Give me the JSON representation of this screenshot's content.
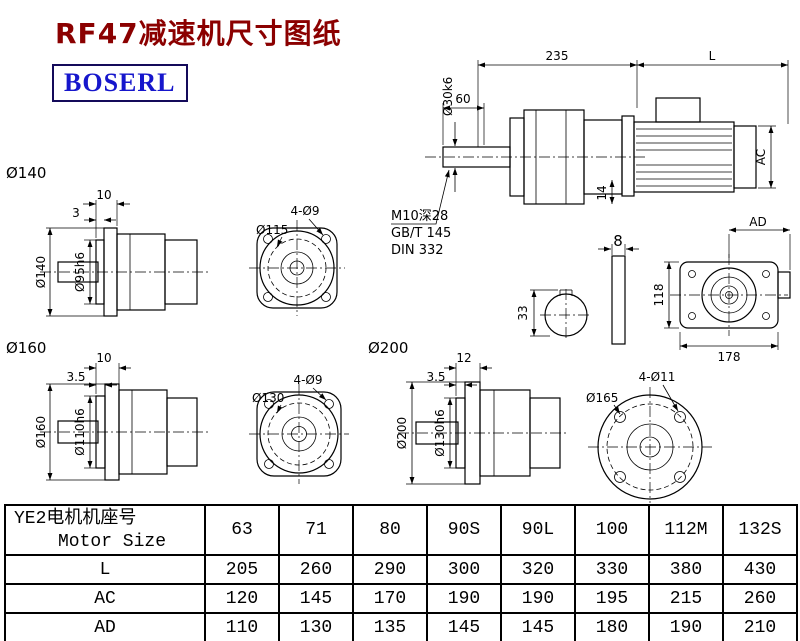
{
  "title": "RF47减速机尺寸图纸",
  "logo": "BOSERL",
  "colors": {
    "title": "#8b0000",
    "logo_text": "#1616cc",
    "logo_border": "#140a5a",
    "line": "#000000"
  },
  "views": {
    "motor_side": {
      "dim_total": "235",
      "dim_length": "L",
      "dim_shaft_len": "60",
      "shaft_dia": "Ø30k6",
      "dim_ac": "AC",
      "dim_14": "14",
      "note_tap": "M10深28",
      "note_gb": "GB/T 145",
      "note_din": "DIN 332"
    },
    "key_section": {
      "key_width": "8",
      "key_height": "33"
    },
    "rear": {
      "dim_ad": "AD",
      "dim_height": "118",
      "dim_width": "178"
    },
    "f140_side": {
      "label": "Ø140",
      "dim_flange_thk": "10",
      "dim_step": "3",
      "dia_flange": "Ø140",
      "dia_spigot": "Ø95h6"
    },
    "f140_front": {
      "holes": "4-Ø9",
      "bolt_circle": "Ø115"
    },
    "f160_side": {
      "label": "Ø160",
      "dim_flange_thk": "10",
      "dim_step": "3.5",
      "dia_flange": "Ø160",
      "dia_spigot": "Ø110h6"
    },
    "f160_front": {
      "holes": "4-Ø9",
      "bolt_circle": "Ø130"
    },
    "f200_side": {
      "label": "Ø200",
      "dim_flange_thk": "12",
      "dim_step": "3.5",
      "dia_flange": "Ø200",
      "dia_spigot": "Ø130h6"
    },
    "f200_front": {
      "holes": "4-Ø11",
      "bolt_circle": "Ø165"
    }
  },
  "table": {
    "header_cn": "YE2电机机座号",
    "header_en": "Motor Size",
    "columns": [
      "63",
      "71",
      "80",
      "90S",
      "90L",
      "100",
      "112M",
      "132S"
    ],
    "rows": [
      {
        "label": "L",
        "values": [
          "205",
          "260",
          "290",
          "300",
          "320",
          "330",
          "380",
          "430"
        ]
      },
      {
        "label": "AC",
        "values": [
          "120",
          "145",
          "170",
          "190",
          "190",
          "195",
          "215",
          "260"
        ]
      },
      {
        "label": "AD",
        "values": [
          "110",
          "130",
          "135",
          "145",
          "145",
          "180",
          "190",
          "210"
        ]
      }
    ]
  }
}
